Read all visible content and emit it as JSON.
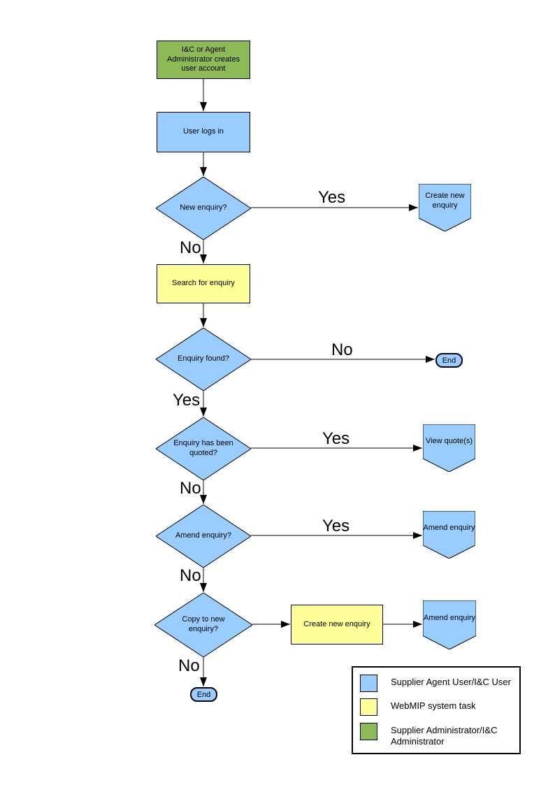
{
  "flowchart": {
    "nodes": {
      "create_account": "I&C or Agent Administrator creates user account",
      "user_logs_in": "User logs in",
      "new_enquiry": "New enquiry?",
      "create_new_enquiry_top": "Create new enquiry",
      "search_for_enquiry": "Search for enquiry",
      "enquiry_found": "Enquiry found?",
      "end_right": "End",
      "enquiry_quoted": "Enquiry has been quoted?",
      "view_quotes": "View quote(s)",
      "amend_enquiry_q": "Amend enquiry?",
      "amend_enquiry_yes_target": "Amend enquiry",
      "copy_to_new": "Copy to new enquiry?",
      "create_new_enquiry_task": "Create new enquiry",
      "amend_enquiry_copy_target": "Amend enquiry",
      "end_bottom": "End"
    },
    "edge_labels": {
      "new_enquiry_yes": "Yes",
      "new_enquiry_no": "No",
      "enquiry_found_no": "No",
      "enquiry_found_yes": "Yes",
      "quoted_yes": "Yes",
      "quoted_no": "No",
      "amend_yes": "Yes",
      "amend_no": "No",
      "copy_no": "No"
    },
    "colors": {
      "user_task": "#99CCFF",
      "system_task": "#FFFF99",
      "admin_task": "#8DB957",
      "line": "#000000"
    },
    "legend": {
      "items": [
        {
          "color": "#99CCFF",
          "label": "Supplier Agent User/I&C User"
        },
        {
          "color": "#FFFF99",
          "label": "WebMIP system task"
        },
        {
          "color": "#8DB957",
          "label": "Supplier Administrator/I&C Administrator"
        }
      ]
    }
  }
}
